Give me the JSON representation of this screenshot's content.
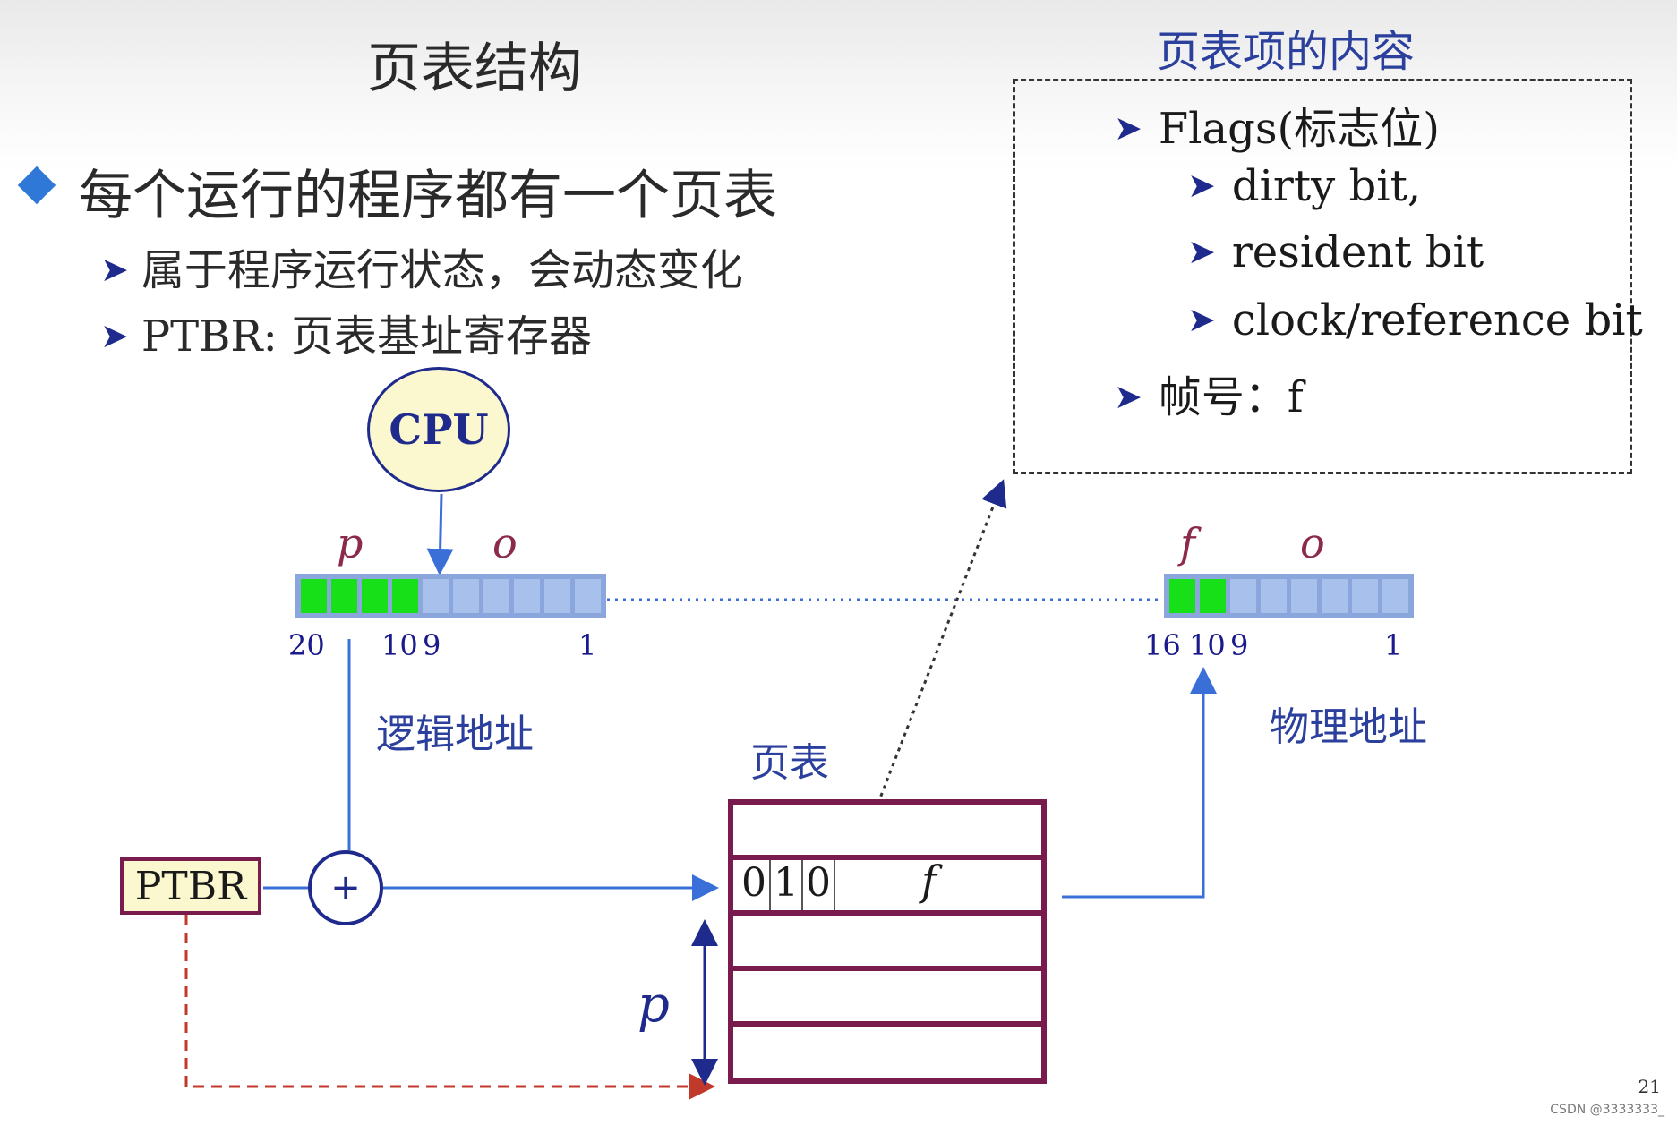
{
  "title": "页表结构",
  "bullet": {
    "main": "每个运行的程序都有一个页表",
    "subs": [
      "属于程序运行状态，会动态变化",
      "PTBR: 页表基址寄存器"
    ]
  },
  "flags_panel": {
    "title": "页表项的内容",
    "items": [
      {
        "text": "Flags(标志位)",
        "level": 0
      },
      {
        "text": "dirty bit,",
        "level": 1
      },
      {
        "text": "resident bit",
        "level": 1
      },
      {
        "text": "clock/reference bit",
        "level": 1
      },
      {
        "text": "帧号：f",
        "level": 0
      }
    ]
  },
  "diagram": {
    "cpu_label": "CPU",
    "logical_address": {
      "label": "逻辑地址",
      "field_p": "p",
      "field_o": "o",
      "bit_labels": [
        "20",
        "10",
        "9",
        "1"
      ],
      "green_cells": 4,
      "blue_cells": 6
    },
    "physical_address": {
      "label": "物理地址",
      "field_f": "f",
      "field_o": "o",
      "bit_labels": [
        "16",
        "10",
        "9",
        "1"
      ],
      "green_cells": 2,
      "blue_cells": 6
    },
    "ptbr_label": "PTBR",
    "adder_symbol": "+",
    "page_table": {
      "label": "页表",
      "entry_bits": [
        "0",
        "1",
        "0"
      ],
      "entry_frame": "f",
      "offset_label": "p"
    },
    "colors": {
      "green": "#18e018",
      "blue_cell": "#a8c0ec",
      "navy": "#1e2a8c",
      "maroon": "#7a1b4e",
      "arrow_blue": "#3a6fd8"
    }
  },
  "page_number": "21",
  "watermark": "CSDN @3333333_"
}
